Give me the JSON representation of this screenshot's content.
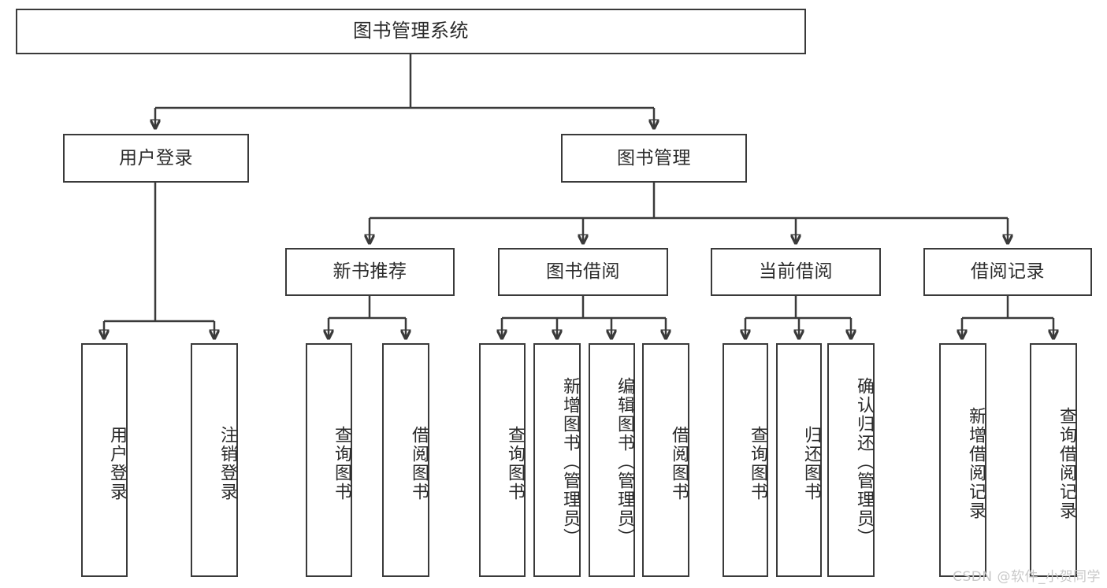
{
  "diagram": {
    "title": "图书管理系统",
    "watermark": "CSDN @软件_小贺同学",
    "type": "tree-hierarchy-chart",
    "edge_color": "#3a3a3a",
    "background_color": "#ffffff",
    "text_color": "#2b2b2b",
    "watermark_color": "#c8c8c8"
  },
  "nodes": {
    "root": {
      "label": "图书管理系统"
    },
    "level2": [
      {
        "label": "用户登录"
      },
      {
        "label": "图书管理"
      }
    ],
    "level3": [
      {
        "label": "新书推荐"
      },
      {
        "label": "图书借阅"
      },
      {
        "label": "当前借阅"
      },
      {
        "label": "借阅记录"
      }
    ],
    "leaves": {
      "user_login": [
        {
          "label": "用户登录"
        },
        {
          "label": "注销登录"
        }
      ],
      "new_book_recommend": [
        {
          "label": "查询图书"
        },
        {
          "label": "借阅图书"
        }
      ],
      "book_borrow": [
        {
          "label": "查询图书"
        },
        {
          "label": "新增图书（管理员）"
        },
        {
          "label": "编辑图书（管理员）"
        },
        {
          "label": "借阅图书"
        }
      ],
      "current_borrow": [
        {
          "label": "查询图书"
        },
        {
          "label": "归还图书"
        },
        {
          "label": "确认归还（管理员）"
        }
      ],
      "borrow_record": [
        {
          "label": "新增借阅记录"
        },
        {
          "label": "查询借阅记录"
        }
      ]
    }
  }
}
